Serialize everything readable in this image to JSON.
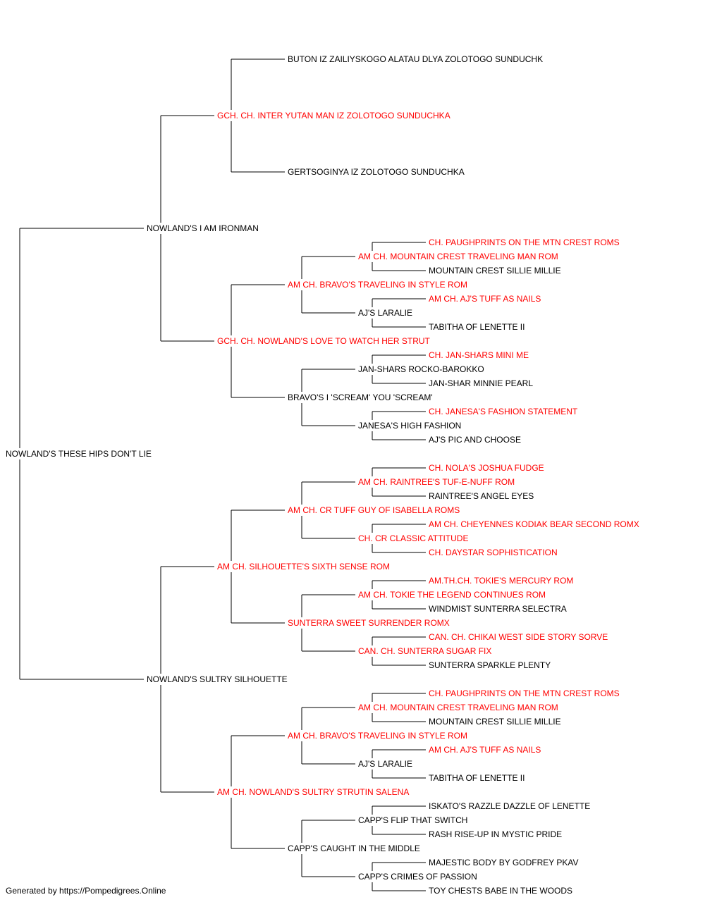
{
  "colors": {
    "champion": "#ff0000",
    "normal": "#000000",
    "line": "#000000"
  },
  "pedigree": {
    "name": "NOWLAND'S THESE HIPS DON'T LIE",
    "champion": false,
    "sire": {
      "name": "NOWLAND'S I AM IRONMAN",
      "champion": false,
      "sire": {
        "name": "GCH. CH. INTER YUTAN MAN IZ ZOLOTOGO SUNDUCHKA",
        "champion": true,
        "sire": {
          "name": "BUTON IZ ZAILIYSKOGO ALATAU DLYA ZOLOTOGO SUNDUCHK",
          "champion": false
        },
        "dam": {
          "name": "GERTSOGINYA IZ ZOLOTOGO SUNDUCHKA",
          "champion": false
        }
      },
      "dam": {
        "name": "GCH. CH. NOWLAND'S LOVE TO WATCH HER STRUT",
        "champion": true,
        "sire": {
          "name": "AM CH. BRAVO'S TRAVELING IN STYLE ROM",
          "champion": true,
          "sire": {
            "name": "AM CH. MOUNTAIN CREST TRAVELING MAN ROM",
            "champion": true,
            "sire": {
              "name": "CH. PAUGHPRINTS ON THE MTN CREST ROMS",
              "champion": true
            },
            "dam": {
              "name": "MOUNTAIN CREST SILLIE MILLIE",
              "champion": false
            }
          },
          "dam": {
            "name": "AJ'S LARALIE",
            "champion": false,
            "sire": {
              "name": "AM CH. AJ'S TUFF AS NAILS",
              "champion": true
            },
            "dam": {
              "name": "TABITHA OF LENETTE II",
              "champion": false
            }
          }
        },
        "dam": {
          "name": "BRAVO'S I 'SCREAM' YOU 'SCREAM'",
          "champion": false,
          "sire": {
            "name": "JAN-SHARS ROCKO-BAROKKO",
            "champion": false,
            "sire": {
              "name": "CH. JAN-SHARS MINI ME",
              "champion": true
            },
            "dam": {
              "name": "JAN-SHAR MINNIE PEARL",
              "champion": false
            }
          },
          "dam": {
            "name": "JANESA'S HIGH FASHION",
            "champion": false,
            "sire": {
              "name": "CH. JANESA'S FASHION STATEMENT",
              "champion": true
            },
            "dam": {
              "name": "AJ'S PIC AND CHOOSE",
              "champion": false
            }
          }
        }
      }
    },
    "dam": {
      "name": "NOWLAND'S SULTRY SILHOUETTE",
      "champion": false,
      "sire": {
        "name": "AM CH. SILHOUETTE'S SIXTH SENSE ROM",
        "champion": true,
        "sire": {
          "name": "AM CH. CR TUFF GUY OF ISABELLA ROMS",
          "champion": true,
          "sire": {
            "name": "AM CH. RAINTREE'S TUF-E-NUFF ROM",
            "champion": true,
            "sire": {
              "name": "CH. NOLA'S JOSHUA FUDGE",
              "champion": true
            },
            "dam": {
              "name": "RAINTREE'S ANGEL EYES",
              "champion": false
            }
          },
          "dam": {
            "name": "CH. CR CLASSIC ATTITUDE",
            "champion": true,
            "sire": {
              "name": "AM CH. CHEYENNES KODIAK BEAR SECOND ROMX",
              "champion": true
            },
            "dam": {
              "name": "CH. DAYSTAR SOPHISTICATION",
              "champion": true
            }
          }
        },
        "dam": {
          "name": "SUNTERRA SWEET SURRENDER ROMX",
          "champion": true,
          "sire": {
            "name": "AM CH. TOKIE THE LEGEND CONTINUES ROM",
            "champion": true,
            "sire": {
              "name": "AM.TH.CH. TOKIE'S MERCURY ROM",
              "champion": true
            },
            "dam": {
              "name": "WINDMIST SUNTERRA SELECTRA",
              "champion": false
            }
          },
          "dam": {
            "name": "CAN. CH. SUNTERRA SUGAR FIX",
            "champion": true,
            "sire": {
              "name": "CAN. CH. CHIKAI WEST SIDE STORY SORVE",
              "champion": true
            },
            "dam": {
              "name": "SUNTERRA SPARKLE PLENTY",
              "champion": false
            }
          }
        }
      },
      "dam": {
        "name": "AM CH. NOWLAND'S SULTRY STRUTIN SALENA",
        "champion": true,
        "sire": {
          "name": "AM CH. BRAVO'S TRAVELING IN STYLE ROM",
          "champion": true,
          "sire": {
            "name": "AM CH. MOUNTAIN CREST TRAVELING MAN ROM",
            "champion": true,
            "sire": {
              "name": "CH. PAUGHPRINTS ON THE MTN CREST ROMS",
              "champion": true
            },
            "dam": {
              "name": "MOUNTAIN CREST SILLIE MILLIE",
              "champion": false
            }
          },
          "dam": {
            "name": "AJ'S LARALIE",
            "champion": false,
            "sire": {
              "name": "AM CH. AJ'S TUFF AS NAILS",
              "champion": true
            },
            "dam": {
              "name": "TABITHA OF LENETTE II",
              "champion": false
            }
          }
        },
        "dam": {
          "name": "CAPP'S CAUGHT IN THE MIDDLE",
          "champion": false,
          "sire": {
            "name": "CAPP'S FLIP THAT SWITCH",
            "champion": false,
            "sire": {
              "name": "ISKATO'S RAZZLE DAZZLE OF LENETTE",
              "champion": false
            },
            "dam": {
              "name": "RASH RISE-UP IN MYSTIC PRIDE",
              "champion": false
            }
          },
          "dam": {
            "name": "CAPP'S CRIMES OF PASSION",
            "champion": false,
            "sire": {
              "name": "MAJESTIC BODY BY GODFREY PKAV",
              "champion": false
            },
            "dam": {
              "name": "TOY CHESTS BABE IN THE WOODS",
              "champion": false
            }
          }
        }
      }
    }
  },
  "footer": "Generated by https://Pompedigrees.Online"
}
